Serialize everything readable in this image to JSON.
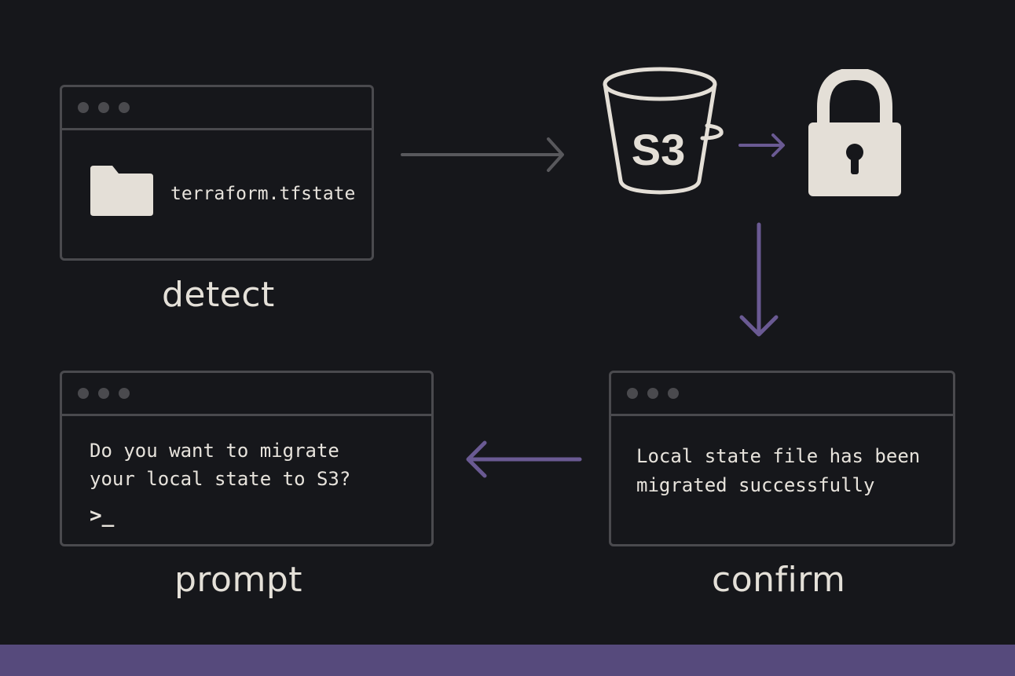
{
  "colors": {
    "background": "#16171b",
    "window_border": "#4a4a4e",
    "foreground": "#e7e3dc",
    "accent": "#6a5a93",
    "neutral_arrow": "#58585c",
    "bottom_bar": "#564a7c"
  },
  "detect": {
    "filename": "terraform.tfstate",
    "label": "detect",
    "icon": "folder-icon"
  },
  "storage": {
    "bucket_text": "S3",
    "bucket_icon": "s3-bucket-icon",
    "lock_icon": "lock-icon"
  },
  "prompt": {
    "line1": "Do you want to migrate",
    "line2": "your local state to S3?",
    "cursor": ">_",
    "label": "prompt"
  },
  "confirm": {
    "line1": "Local state file has been",
    "line2": "migrated successfully",
    "label": "confirm"
  }
}
